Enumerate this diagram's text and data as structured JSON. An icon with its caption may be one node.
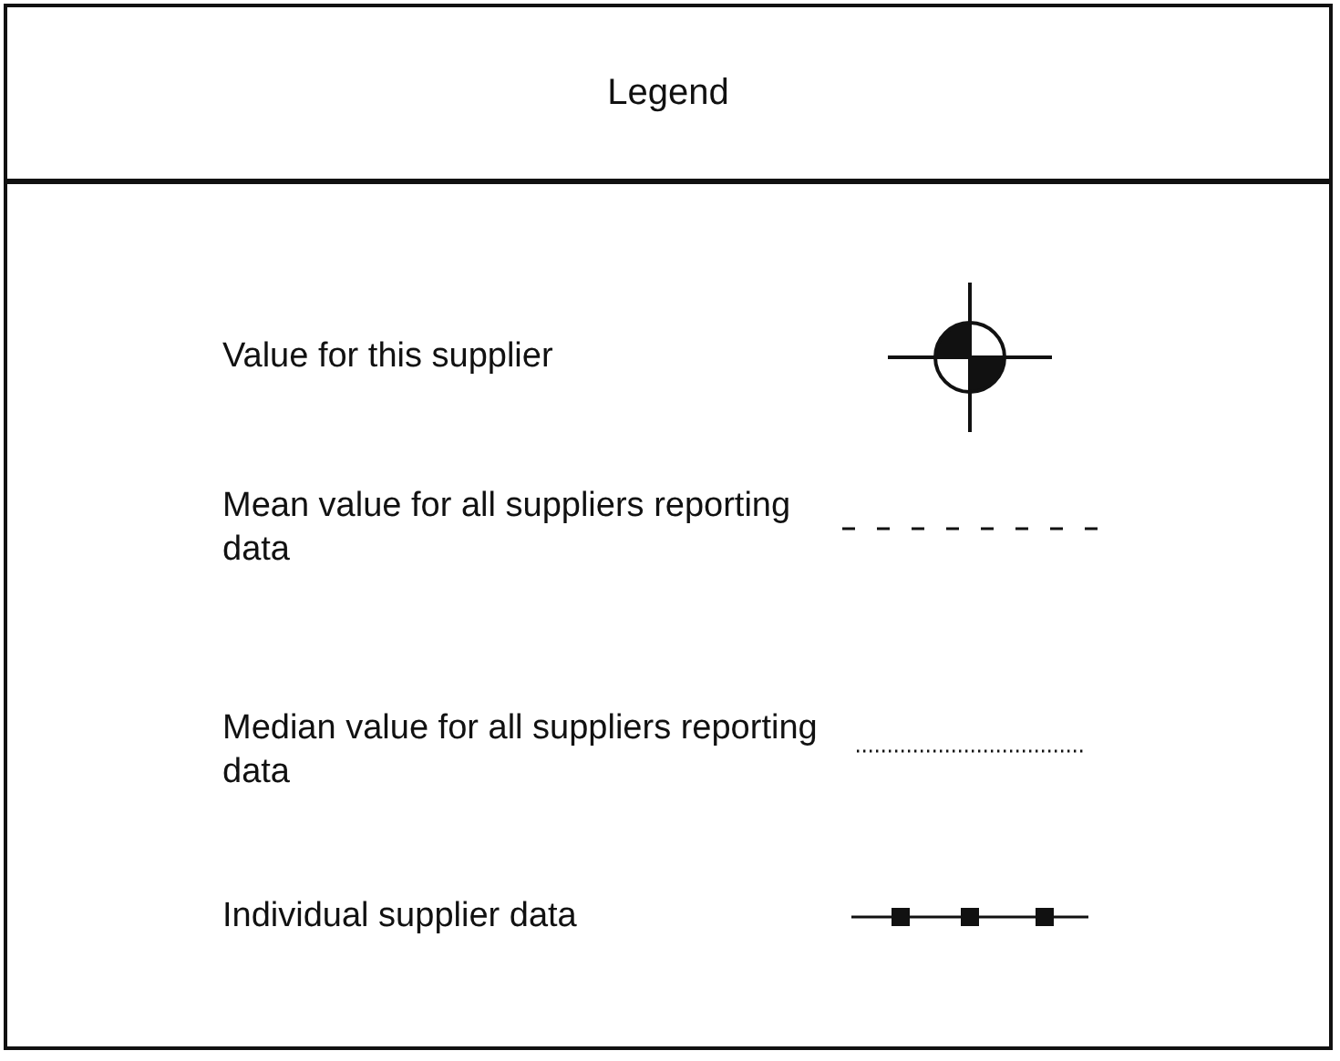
{
  "diagram": {
    "title": "Legend",
    "legend": [
      {
        "text": "Value for this supplier"
      },
      {
        "text": "Mean value for all suppliers reporting data"
      },
      {
        "text": "Median value for all suppliers reporting data"
      },
      {
        "text": "Individual supplier data"
      }
    ]
  }
}
